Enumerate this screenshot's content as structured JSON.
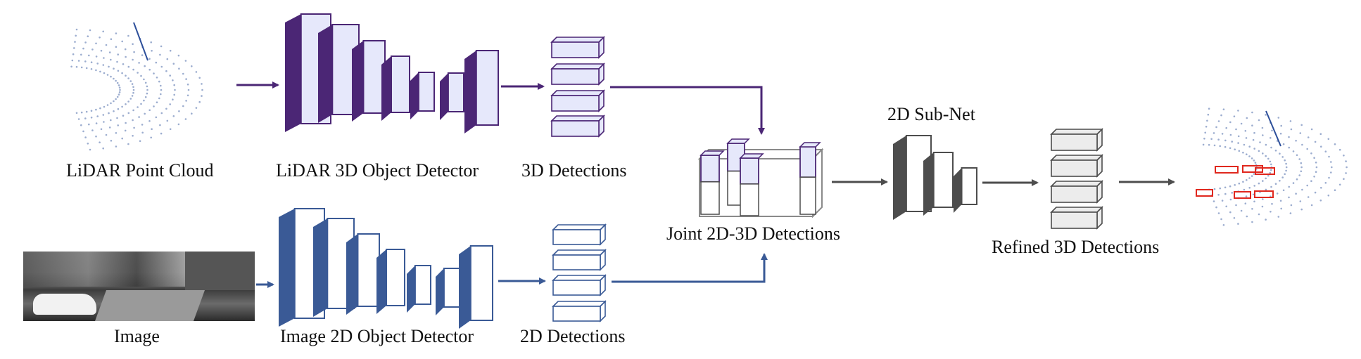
{
  "labels": {
    "lidar_point_cloud": "LiDAR Point Cloud",
    "lidar_detector": "LiDAR 3D Object Detector",
    "detections_3d": "3D Detections",
    "image": "Image",
    "image_detector": "Image 2D Object Detector",
    "detections_2d": "2D Detections",
    "joint_detections": "Joint 2D-3D Detections",
    "sub_net": "2D Sub-Net",
    "refined_detections": "Refined 3D Detections"
  },
  "colors": {
    "lidar_stack": "#4b2675",
    "lidar_face": "#e6e8fb",
    "image_stack": "#3a5a96",
    "image_face": "#ffffff",
    "subnet_stack": "#4d4d4d",
    "refined_face": "#ececec",
    "arrow_lidar": "#4b2675",
    "arrow_image": "#3a5a96",
    "arrow_gray": "#4d4d4d",
    "box_red": "#e0281e",
    "pointcloud": "#4a6aa8"
  }
}
